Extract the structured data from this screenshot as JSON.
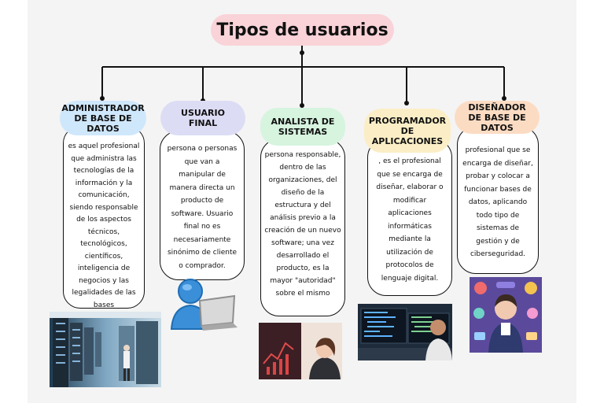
{
  "title": "Tipos de usuarios",
  "cards": [
    {
      "heading": "ADMINISTRADOR DE BASE DE DATOS",
      "text": "es aquel profesional que administra las tecnologías de la información y la comunicación, siendo responsable de los aspectos técnicos, tecnológicos, científicos, inteligencia de negocios y las legalidades de las bases",
      "head_color": "#cfe7fb"
    },
    {
      "heading": "USUARIO FINAL",
      "text": "persona o personas que van a manipular de manera directa un producto de software. Usuario final no es necesariamente sinónimo de cliente o comprador.",
      "head_color": "#dcdcf5"
    },
    {
      "heading": "ANALISTA DE SISTEMAS",
      "text": "persona responsable, dentro de las organizaciones, del diseño de la estructura y del análisis previo a la creación de un nuevo software; una vez desarrollado el producto, es la mayor \"autoridad\" sobre el mismo",
      "head_color": "#d6f4de"
    },
    {
      "heading": "PROGRAMADOR DE APLICACIONES",
      "text": ", es el profesional que se encarga de diseñar, elaborar o modificar aplicaciones informáticas mediante la utilización de protocolos de lenguaje digital.",
      "head_color": "#fbeec6"
    },
    {
      "heading": "DISEÑADOR DE BASE DE DATOS",
      "text": "profesional que se encarga de diseñar, probar y colocar a funcionar bases de datos, aplicando todo tipo de sistemas de gestión y de ciberseguridad.",
      "head_color": "#fbdcc3"
    }
  ],
  "images": [
    "server-room-photo",
    "user-laptop-icon",
    "analyst-photo",
    "programmer-photo",
    "database-designer-illustration"
  ]
}
